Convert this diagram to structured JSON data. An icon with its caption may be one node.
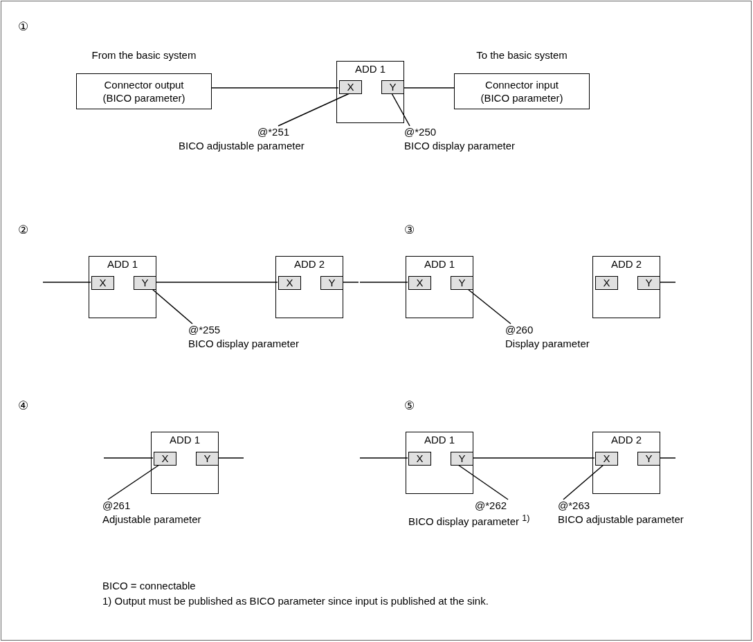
{
  "diagram": {
    "nodes": [
      {
        "text": [
          "From the basic system",
          "Connector output (BICO parameter)"
        ]
      },
      {
        "text": [
          "ADD 1"
        ]
      },
      {
        "text": [
          "X"
        ],
        "in": 1
      },
      {
        "text": [
          "Y"
        ],
        "in": 1
      },
      {
        "text": [
          "To the basic system",
          "Connector input (BICO parameter)"
        ]
      },
      {
        "text": [
          "@*251",
          "BICO adjustable parameter"
        ]
      },
      {
        "text": [
          "@*250",
          "BICO display parameter"
        ]
      },
      {
        "text": [
          "ADD 1"
        ]
      },
      {
        "text": [
          "X"
        ],
        "in": 7
      },
      {
        "text": [
          "Y"
        ],
        "in": 7
      },
      {
        "text": [
          "ADD 2"
        ]
      },
      {
        "text": [
          "X"
        ],
        "in": 10
      },
      {
        "text": [
          "Y"
        ],
        "in": 10
      },
      {
        "text": [
          "@*255",
          "BICO display parameter"
        ]
      },
      {
        "text": [
          "ADD 1"
        ]
      },
      {
        "text": [
          "X"
        ],
        "in": 14
      },
      {
        "text": [
          "Y"
        ],
        "in": 14
      },
      {
        "text": [
          "ADD 2"
        ]
      },
      {
        "text": [
          "X"
        ],
        "in": 17
      },
      {
        "text": [
          "Y"
        ],
        "in": 17
      },
      {
        "text": [
          "@260",
          "Display parameter"
        ]
      },
      {
        "text": [
          "ADD 1"
        ]
      },
      {
        "text": [
          "X"
        ],
        "in": 21
      },
      {
        "text": [
          "Y"
        ],
        "in": 21
      },
      {
        "text": [
          "@261",
          "Adjustable parameter"
        ]
      },
      {
        "text": [
          "ADD 1"
        ]
      },
      {
        "text": [
          "X"
        ],
        "in": 25
      },
      {
        "text": [
          "Y"
        ],
        "in": 25
      },
      {
        "text": [
          "ADD 2"
        ]
      },
      {
        "text": [
          "X"
        ],
        "in": 28
      },
      {
        "text": [
          "Y"
        ],
        "in": 28
      },
      {
        "text": [
          "@*262",
          "BICO display parameter $^{1)}$"
        ]
      },
      {
        "text": [
          "@*263",
          "BICO adjustable parameter"
        ]
      }
    ],
    "edges": [
      {
        "from": 0,
        "to": 2,
        "arrow": "none"
      },
      {
        "from": 3,
        "to": 4,
        "arrow": "none"
      },
      {
        "from": 5,
        "to": 2,
        "arrow": "none"
      },
      {
        "from": 6,
        "to": 3,
        "arrow": "none"
      },
      {
        "from": null,
        "to": 8,
        "arrow": "none"
      },
      {
        "from": 9,
        "to": 11,
        "arrow": "none"
      },
      {
        "from": 12,
        "to": null,
        "arrow": "none"
      },
      {
        "from": 13,
        "to": 9,
        "arrow": "none"
      },
      {
        "from": null,
        "to": 15,
        "arrow": "none"
      },
      {
        "from": 19,
        "to": null,
        "arrow": "none"
      },
      {
        "from": 20,
        "to": 16,
        "arrow": "none"
      },
      {
        "from": null,
        "to": 22,
        "arrow": "none"
      },
      {
        "from": 23,
        "to": null,
        "arrow": "none"
      },
      {
        "from": 24,
        "to": 22,
        "arrow": "none"
      },
      {
        "from": null,
        "to": 26,
        "arrow": "none"
      },
      {
        "from": 27,
        "to": 29,
        "arrow": "none"
      },
      {
        "from": 30,
        "to": null,
        "arrow": "none"
      },
      {
        "from": 31,
        "to": 27,
        "arrow": "none"
      },
      {
        "from": 32,
        "to": 29,
        "arrow": "none"
      }
    ],
    "labels": [
      "①",
      "②",
      "③",
      "④",
      "⑤",
      "BICO = connectable",
      "1) Output must be published as BICO parameter since input is published at the sink."
    ]
  }
}
